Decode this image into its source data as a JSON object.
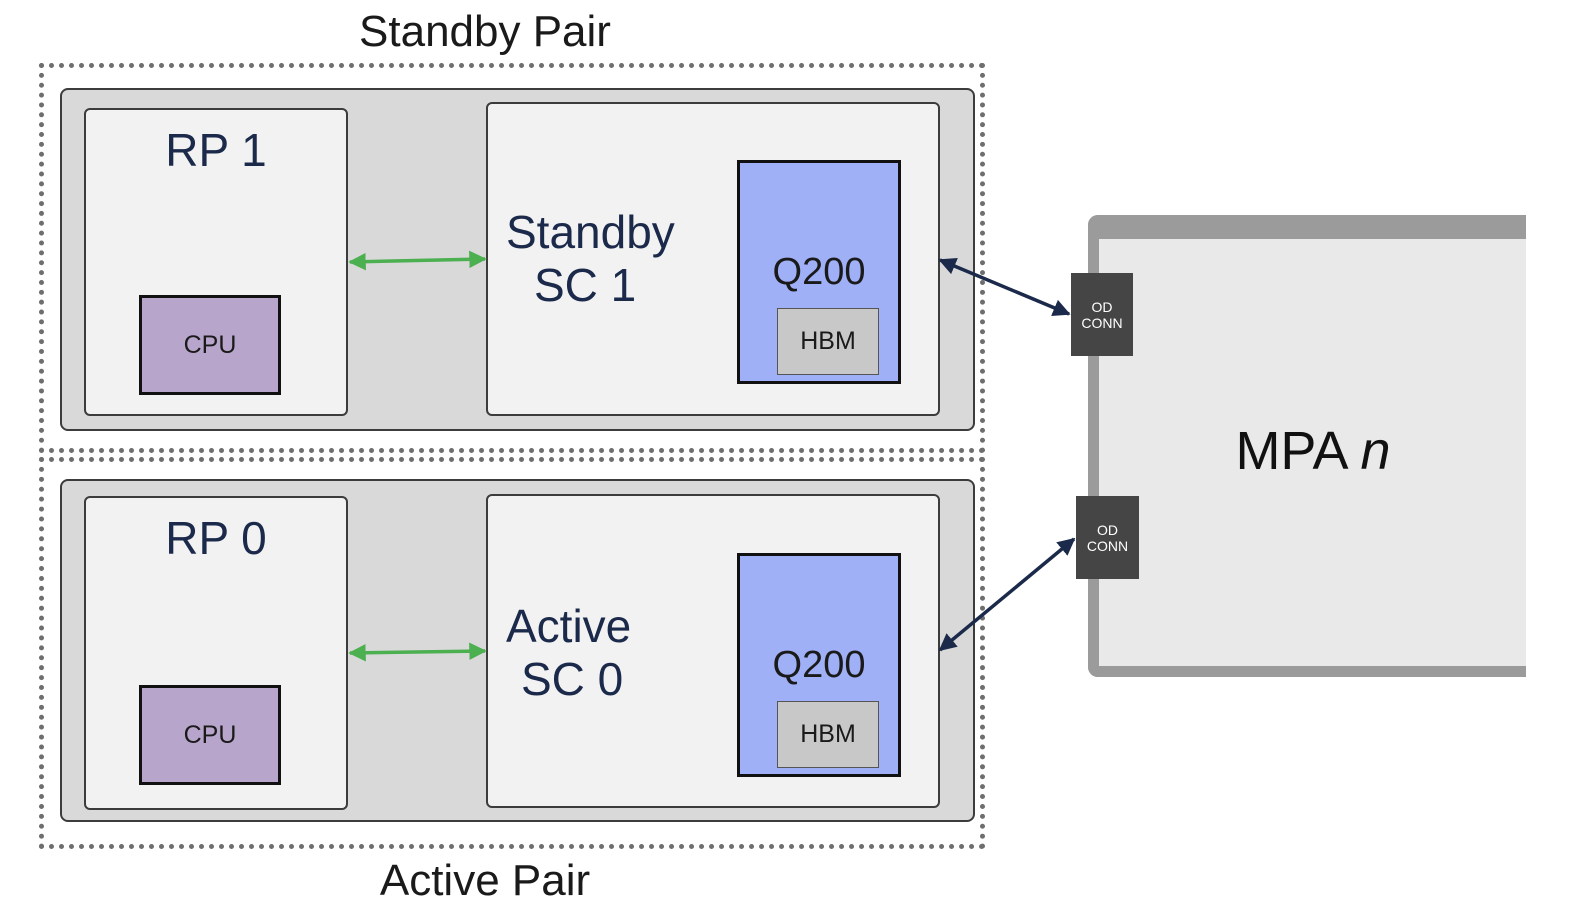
{
  "standby_pair": {
    "title": "Standby Pair",
    "rp": {
      "label": "RP 1",
      "cpu": "CPU"
    },
    "sc": {
      "line1": "Standby",
      "line2": "SC 1",
      "asic": "Q200",
      "memory": "HBM"
    }
  },
  "active_pair": {
    "title": "Active Pair",
    "rp": {
      "label": "RP 0",
      "cpu": "CPU"
    },
    "sc": {
      "line1": "Active",
      "line2": "SC 0",
      "asic": "Q200",
      "memory": "HBM"
    }
  },
  "mpa": {
    "label": "MPA",
    "label_italic": "n",
    "connectors": [
      {
        "line1": "OD",
        "line2": "CONN"
      },
      {
        "line1": "OD",
        "line2": "CONN"
      }
    ]
  },
  "colors": {
    "rp_sc_link": "#4caf50",
    "sc_mpa_link": "#1b2a4a",
    "cpu_fill": "#b8a5cc",
    "asic_fill": "#9fb0f6"
  }
}
